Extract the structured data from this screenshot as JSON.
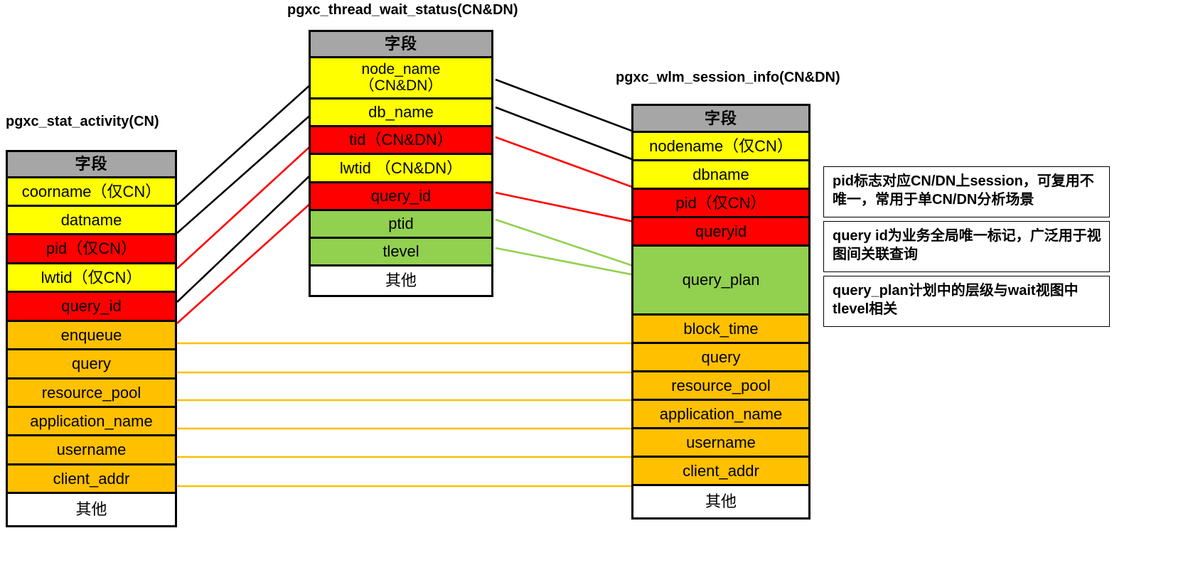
{
  "diagram": {
    "title_left": "pgxc_stat_activity(CN)",
    "title_middle": "pgxc_thread_wait_status(CN&DN)",
    "title_right": "pgxc_wlm_session_info(CN&DN)",
    "column_header": "字段",
    "other_label": "其他"
  },
  "tables": {
    "stat_activity": {
      "caption": "pgxc_stat_activity(CN)",
      "header": "字段",
      "rows": [
        {
          "label": "coorname（仅CN）",
          "color": "#ffff00"
        },
        {
          "label": "datname",
          "color": "#ffff00"
        },
        {
          "label": "pid（仅CN）",
          "color": "#ff0000"
        },
        {
          "label": "lwtid（仅CN）",
          "color": "#ffff00"
        },
        {
          "label": "query_id",
          "color": "#ff0000"
        },
        {
          "label": "enqueue",
          "color": "#ffc000"
        },
        {
          "label": "query",
          "color": "#ffc000"
        },
        {
          "label": "resource_pool",
          "color": "#ffc000"
        },
        {
          "label": "application_name",
          "color": "#ffc000"
        },
        {
          "label": "username",
          "color": "#ffc000"
        },
        {
          "label": "client_addr",
          "color": "#ffc000"
        },
        {
          "label": "其他",
          "color": "#ffffff"
        }
      ]
    },
    "thread_wait_status": {
      "caption": "pgxc_thread_wait_status(CN&DN)",
      "header": "字段",
      "rows": [
        {
          "label": "node_name\n（CN&DN）",
          "color": "#ffff00"
        },
        {
          "label": "db_name",
          "color": "#ffff00"
        },
        {
          "label": "tid（CN&DN）",
          "color": "#ff0000"
        },
        {
          "label": "lwtid （CN&DN）",
          "color": "#ffff00"
        },
        {
          "label": "query_id",
          "color": "#ff0000"
        },
        {
          "label": "ptid",
          "color": "#92d050"
        },
        {
          "label": "tlevel",
          "color": "#92d050"
        },
        {
          "label": "其他",
          "color": "#ffffff"
        }
      ]
    },
    "wlm_session_info": {
      "caption": "pgxc_wlm_session_info(CN&DN)",
      "header": "字段",
      "rows": [
        {
          "label": "nodename（仅CN）",
          "color": "#ffff00"
        },
        {
          "label": "dbname",
          "color": "#ffff00"
        },
        {
          "label": "pid（仅CN）",
          "color": "#ff0000"
        },
        {
          "label": "queryid",
          "color": "#ff0000"
        },
        {
          "label": "query_plan",
          "color": "#92d050"
        },
        {
          "label": "block_time",
          "color": "#ffc000"
        },
        {
          "label": "query",
          "color": "#ffc000"
        },
        {
          "label": "resource_pool",
          "color": "#ffc000"
        },
        {
          "label": "application_name",
          "color": "#ffc000"
        },
        {
          "label": "username",
          "color": "#ffc000"
        },
        {
          "label": "client_addr",
          "color": "#ffc000"
        },
        {
          "label": "其他",
          "color": "#ffffff"
        }
      ]
    }
  },
  "notes": [
    {
      "text": "pid标志对应CN/DN上session，可复用不唯一，常用于单CN/DN分析场景"
    },
    {
      "text": "query id为业务全局唯一标记，广泛用于视图间关联查询"
    },
    {
      "text": "query_plan计划中的层级与wait视图中tlevel相关"
    }
  ],
  "colors": {
    "header_gray": "#a6a6a6",
    "yellow": "#ffff00",
    "red": "#ff0000",
    "green": "#92d050",
    "orange": "#ffc000",
    "arrow_black": "#000000",
    "arrow_red": "#ff0000",
    "arrow_green": "#92d050",
    "arrow_orange": "#ffc000"
  }
}
